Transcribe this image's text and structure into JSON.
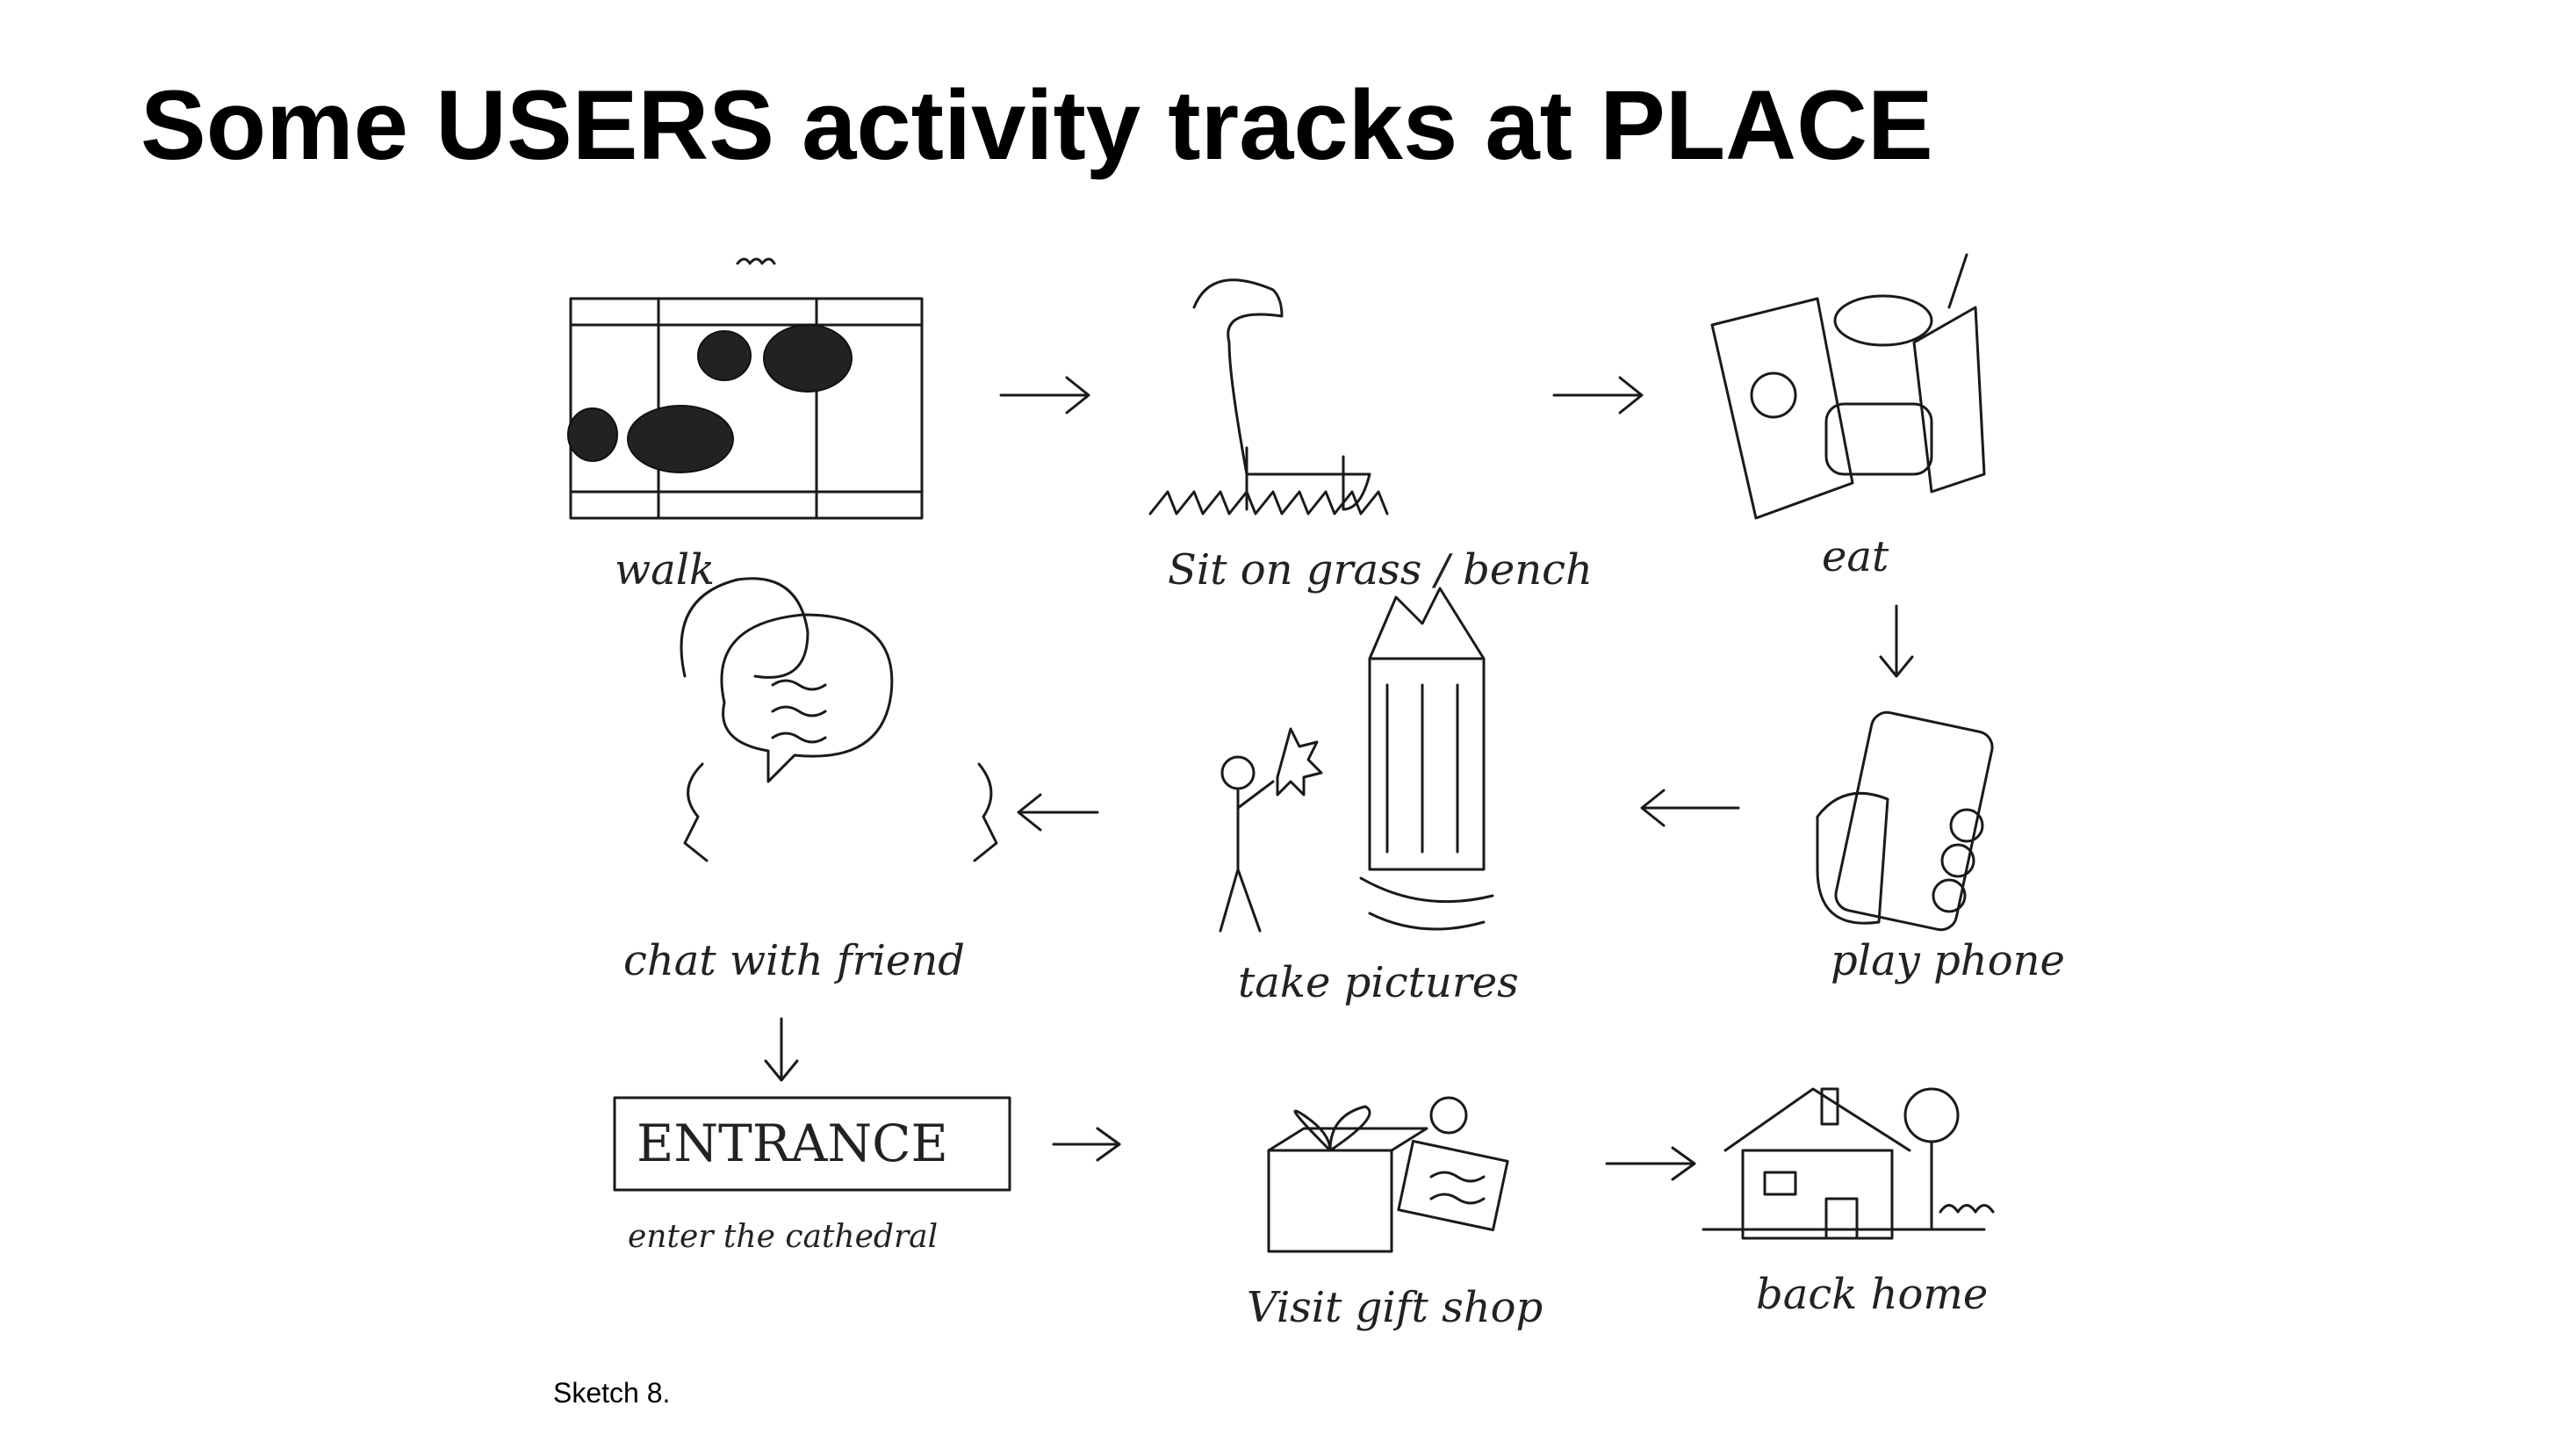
{
  "slide": {
    "title": "Some USERS activity tracks at PLACE",
    "caption": "Sketch 8."
  },
  "steps": [
    {
      "label": "walk",
      "icon": "walkway-icon"
    },
    {
      "label": "Sit on grass / bench",
      "icon": "bench-icon"
    },
    {
      "label": "eat",
      "icon": "food-icon"
    },
    {
      "label": "play phone",
      "icon": "phone-icon"
    },
    {
      "label": "take pictures",
      "icon": "camera-person-icon"
    },
    {
      "label": "chat with friend",
      "icon": "chat-icon"
    },
    {
      "label": "ENTRANCE",
      "sublabel": "enter the cathedral",
      "icon": "entrance-sign-icon"
    },
    {
      "label": "Visit gift shop",
      "icon": "gift-icon"
    },
    {
      "label": "back home",
      "icon": "house-icon"
    }
  ],
  "colors": {
    "ink": "#1a1a1a",
    "background": "#ffffff"
  }
}
